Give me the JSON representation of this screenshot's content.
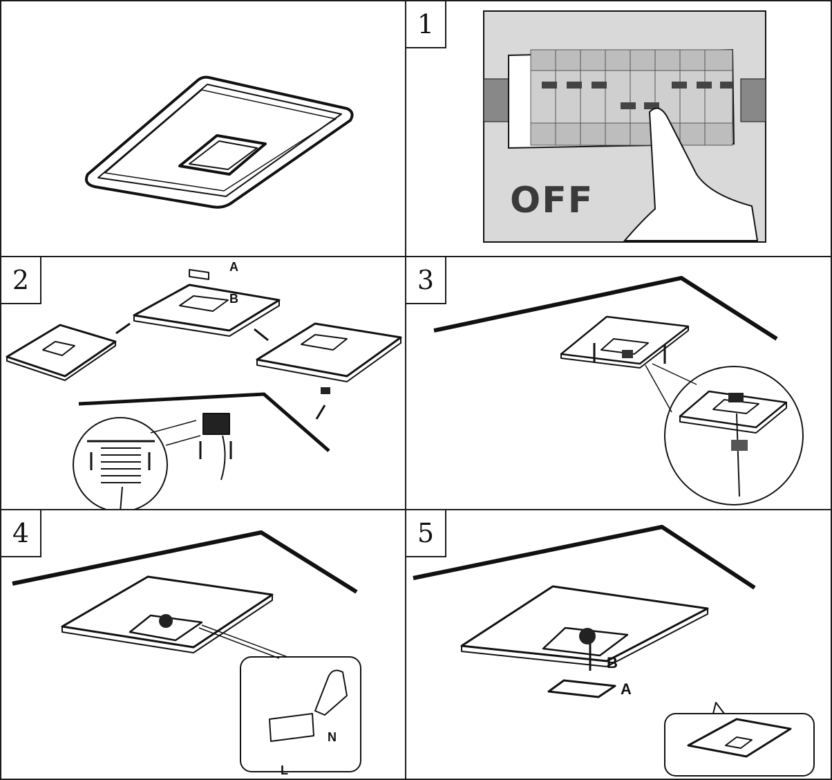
{
  "panels": [
    {
      "id": "overview",
      "number": ""
    },
    {
      "id": "step1",
      "number": "1",
      "off_text": "OFF"
    },
    {
      "id": "step2",
      "number": "2",
      "label_a": "A",
      "label_b": "B"
    },
    {
      "id": "step3",
      "number": "3"
    },
    {
      "id": "step4",
      "number": "4",
      "label_l": "L",
      "label_n": "N"
    },
    {
      "id": "step5",
      "number": "5",
      "label_a": "A",
      "label_b": "B"
    }
  ],
  "colors": {
    "line": "#111111",
    "panel_bg": "#d9d9d9",
    "breaker": "#bdbdbd"
  }
}
